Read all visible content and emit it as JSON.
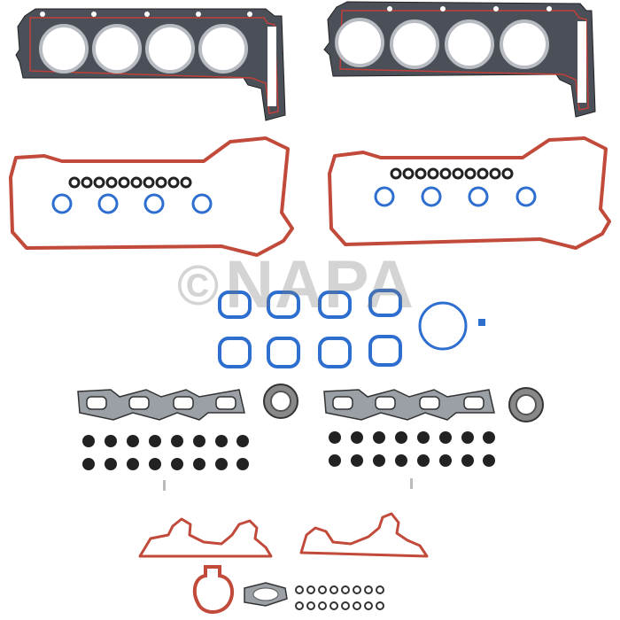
{
  "watermark": {
    "symbol": "©",
    "text": "NAPA"
  },
  "colors": {
    "background": "#ffffff",
    "gasket_body": "#4a4f58",
    "gasket_edge": "#c0403a",
    "rubber_red": "#c14a3a",
    "seal_blue": "#2d6ecf",
    "steel": "#8a8f96",
    "black_seal": "#222222"
  },
  "parts": [
    {
      "name": "cylinder-head-gasket-left",
      "count": 1
    },
    {
      "name": "cylinder-head-gasket-right",
      "count": 1
    },
    {
      "name": "valve-cover-gasket-left",
      "count": 1
    },
    {
      "name": "valve-cover-gasket-right",
      "count": 1
    },
    {
      "name": "intake-port-seal",
      "count": 8
    },
    {
      "name": "throttle-body-seal",
      "count": 1
    },
    {
      "name": "exhaust-manifold-gasket",
      "count": 2
    },
    {
      "name": "camshaft-seal",
      "count": 2
    },
    {
      "name": "valve-stem-seal",
      "count": 32
    },
    {
      "name": "timing-cover-gasket",
      "count": 2
    },
    {
      "name": "water-outlet-gasket",
      "count": 1
    },
    {
      "name": "o-ring",
      "count": 16
    }
  ]
}
